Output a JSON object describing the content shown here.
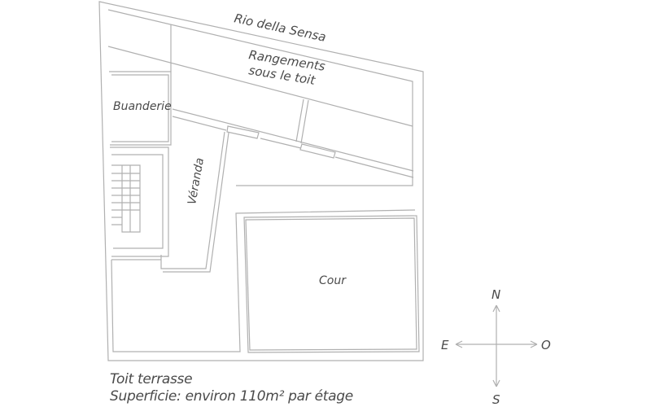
{
  "plan": {
    "labels": {
      "canal": "Rio della Sensa",
      "storage_line1": "Rangements",
      "storage_line2": "sous le toit",
      "laundry": "Buanderie",
      "veranda": "Véranda",
      "courtyard": "Cour"
    },
    "compass": {
      "north": "N",
      "south": "S",
      "east": "E",
      "west": "O"
    },
    "notes": {
      "roof": "Toit terrasse",
      "area": "Superficie: environ 110m² par étage"
    },
    "line_color": "#b0b0b0",
    "text_color": "#4a4a4a"
  }
}
